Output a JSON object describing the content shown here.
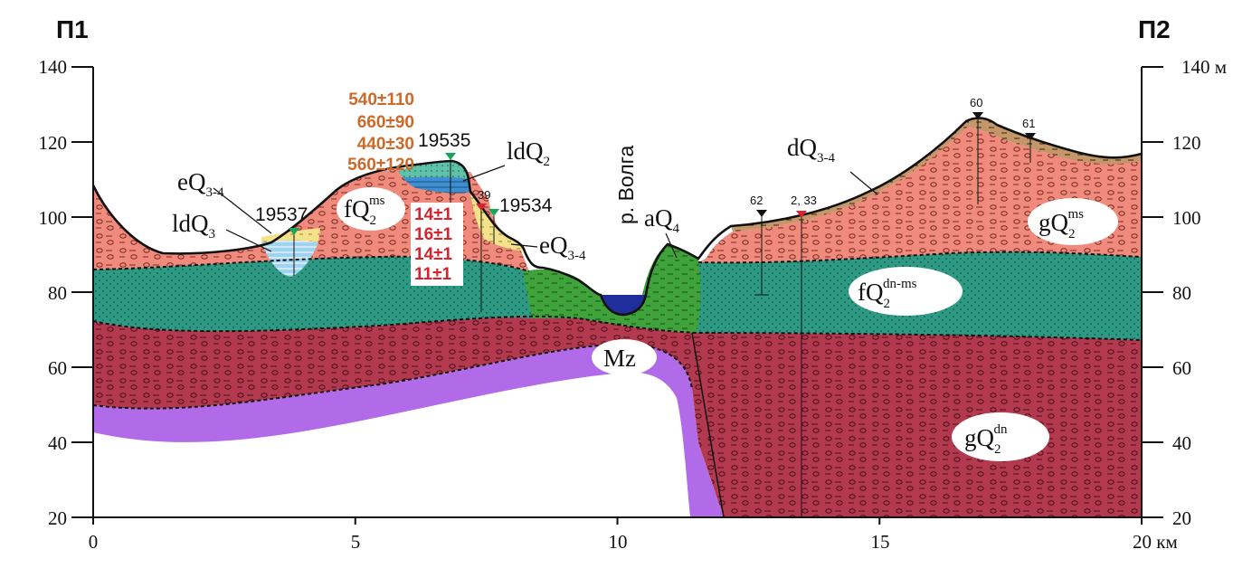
{
  "profile": {
    "start_label": "П1",
    "end_label": "П2"
  },
  "axes": {
    "x_ticks": [
      "0",
      "5",
      "10",
      "15"
    ],
    "x_last_tick": "20",
    "x_unit": "км",
    "y_ticks_left": [
      "140",
      "120",
      "100",
      "80",
      "60",
      "40",
      "20"
    ],
    "y_ticks_right": [
      "120",
      "100",
      "80",
      "60",
      "40",
      "20"
    ],
    "y_top_right": "140",
    "y_unit": "м",
    "x_range": [
      0,
      20
    ],
    "y_range": [
      20,
      140
    ]
  },
  "river": {
    "label": "р. Волга"
  },
  "units": {
    "eq34_left": {
      "base": "eQ",
      "sub": "3-4"
    },
    "ldq3": {
      "base": "ldQ",
      "sub": "3"
    },
    "fq2ms": {
      "base": "fQ",
      "sub": "2",
      "sup": "ms"
    },
    "ldq2": {
      "base": "ldQ",
      "sub": "2"
    },
    "eq34_right": {
      "base": "eQ",
      "sub": "3-4"
    },
    "aq4": {
      "base": "aQ",
      "sub": "4"
    },
    "dq34": {
      "base": "dQ",
      "sub": "3-4"
    },
    "gq2ms": {
      "base": "gQ",
      "sub": "2",
      "sup": "ms"
    },
    "fq2dnms": {
      "base": "fQ",
      "sub": "2",
      "sup": "dn-ms"
    },
    "mz": {
      "base": "Mz"
    },
    "gq2dn": {
      "base": "gQ",
      "sub": "2",
      "sup": "dn"
    }
  },
  "samples": {
    "s19537": "19537",
    "s19535": "19535",
    "s19534": "19534",
    "w39": "39",
    "w62": "62",
    "w233": "2, 33",
    "w60": "60",
    "w61": "61"
  },
  "osl_ages": [
    "540±110",
    "660±90",
    "440±30",
    "560±120"
  ],
  "rc_ages": [
    "14±1",
    "16±1",
    "14±1",
    "11±1"
  ],
  "colors": {
    "moraine": "#f08a7c",
    "moraine_dn": "#b33a4e",
    "fluvioglacial": "#2e9a83",
    "alluvium": "#3fa23a",
    "mesozoic": "#b26be8",
    "eluvium": "#f4e28a",
    "lacustrine_q3": "#9fd3ee",
    "lacustrine_q2": "#3f8fd0",
    "deluvium": "#c4976a",
    "river_water": "#1f2e9a",
    "osl_text": "#cc6a2b",
    "rc_text": "#d8232e",
    "marker_green": "#1aa65a",
    "marker_red": "#d8232e"
  }
}
